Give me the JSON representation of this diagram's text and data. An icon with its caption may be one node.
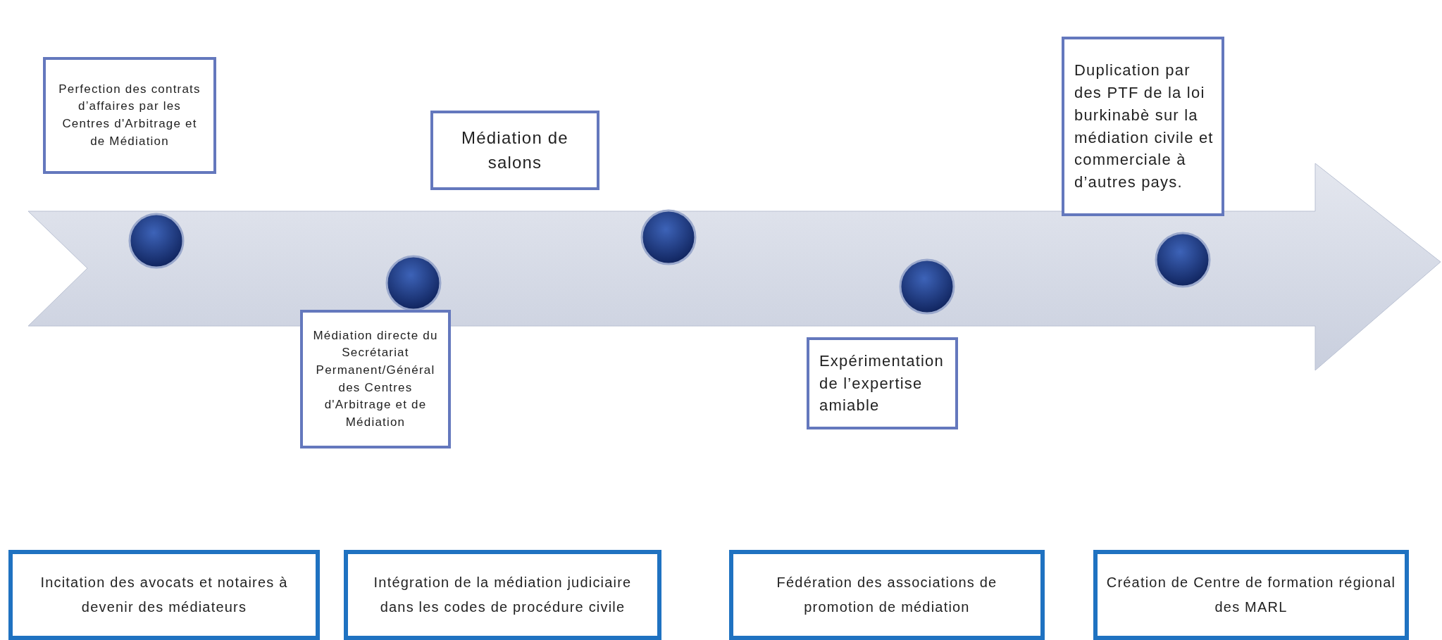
{
  "diagram": {
    "nodes": [
      {
        "text": [
          "Perfection des contrats d’affaires par les Centres d'Arbitrage et de Médiation"
        ]
      },
      {
        "text": [
          "Médiation de salons"
        ]
      },
      {
        "text": [
          "Duplication  par des PTF de la loi burkinabè sur la médiation civile et commerciale à d’autres pays."
        ]
      },
      {
        "text": [],
        "shape": "circle"
      },
      {
        "text": [],
        "shape": "circle"
      },
      {
        "text": [],
        "shape": "circle"
      },
      {
        "text": [],
        "shape": "circle"
      },
      {
        "text": [],
        "shape": "circle"
      },
      {
        "text": [
          "Médiation directe du Secrétariat Permanent/Général des Centres d'Arbitrage et de Médiation"
        ]
      },
      {
        "text": [
          "Expérimentation de l’expertise amiable"
        ]
      },
      {
        "text": [
          "Incitation des avocats et notaires à devenir des médiateurs"
        ]
      },
      {
        "text": [
          "Intégration de la médiation judiciaire dans les codes de procédure civile"
        ]
      },
      {
        "text": [
          "Fédération des associations de promotion de médiation"
        ]
      },
      {
        "text": [
          "Création de Centre de formation régional des MARL"
        ]
      }
    ],
    "edges": []
  }
}
